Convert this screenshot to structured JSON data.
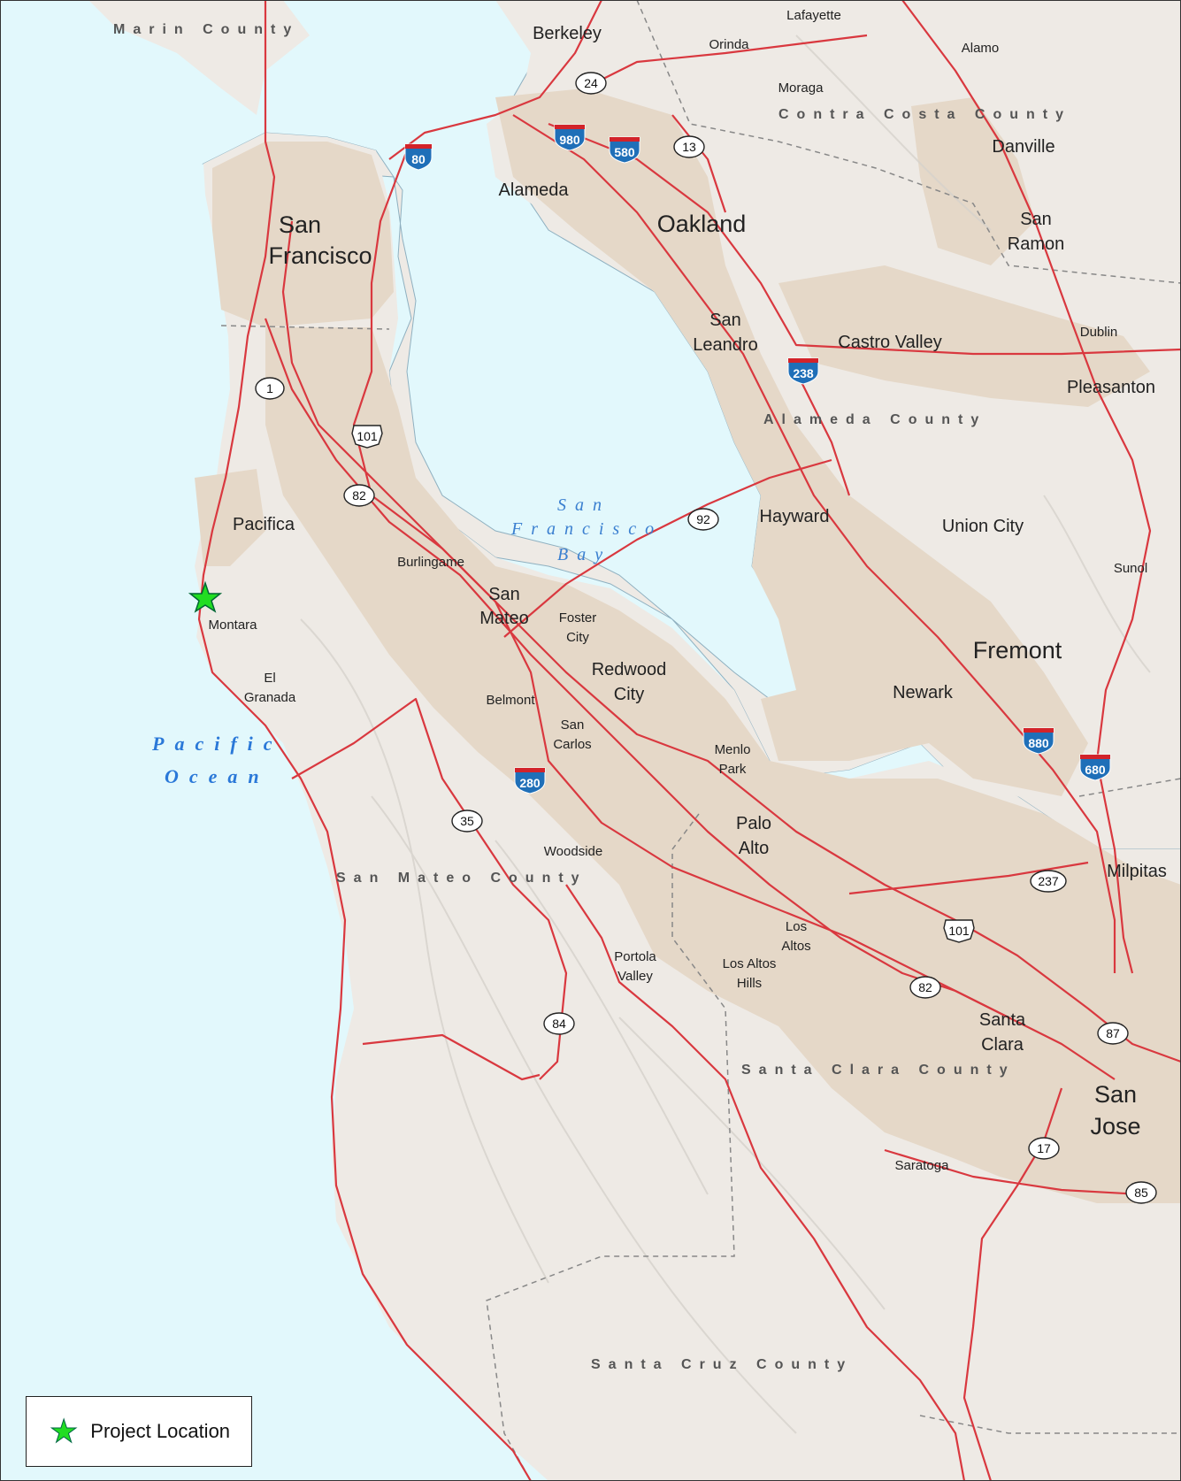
{
  "map": {
    "cities_xl": [
      "San Francisco",
      "Oakland",
      "Fremont",
      "San Jose"
    ],
    "cities": {
      "san_francisco_1": "San",
      "san_francisco_2": "Francisco",
      "oakland": "Oakland",
      "fremont": "Fremont",
      "san_jose_1": "San",
      "san_jose_2": "Jose",
      "berkeley": "Berkeley",
      "alameda": "Alameda",
      "san_leandro_1": "San",
      "san_leandro_2": "Leandro",
      "castro_valley": "Castro Valley",
      "danville": "Danville",
      "san_ramon_1": "San",
      "san_ramon_2": "Ramon",
      "pleasanton": "Pleasanton",
      "hayward": "Hayward",
      "union_city": "Union City",
      "newark": "Newark",
      "milpitas": "Milpitas",
      "santa_clara_1": "Santa",
      "santa_clara_2": "Clara",
      "palo_alto_1": "Palo",
      "palo_alto_2": "Alto",
      "redwood_city_1": "Redwood",
      "redwood_city_2": "City",
      "san_mateo_1": "San",
      "san_mateo_2": "Mateo",
      "pacifica": "Pacifica",
      "lafayette": "Lafayette",
      "orinda": "Orinda",
      "moraga": "Moraga",
      "alamo": "Alamo",
      "dublin": "Dublin",
      "sunol": "Sunol",
      "burlingame": "Burlingame",
      "foster_city_1": "Foster",
      "foster_city_2": "City",
      "belmont": "Belmont",
      "san_carlos_1": "San",
      "san_carlos_2": "Carlos",
      "menlo_park_1": "Menlo",
      "menlo_park_2": "Park",
      "woodside": "Woodside",
      "portola_valley_1": "Portola",
      "portola_valley_2": "Valley",
      "los_altos_1": "Los",
      "los_altos_2": "Altos",
      "los_altos_hills_1": "Los Altos",
      "los_altos_hills_2": "Hills",
      "saratoga": "Saratoga",
      "montara": "Montara",
      "el_granada_1": "El",
      "el_granada_2": "Granada"
    },
    "counties": {
      "marin": "Marin County",
      "contra_costa": "Contra Costa County",
      "alameda": "Alameda County",
      "san_mateo": "San Mateo County",
      "santa_clara": "Santa Clara County",
      "santa_cruz": "Santa Cruz County"
    },
    "water": {
      "bay_1": "San",
      "bay_2": "Francisco",
      "bay_3": "Bay",
      "ocean_1": "Pacific",
      "ocean_2": "Ocean"
    },
    "shields": {
      "sr_24": "24",
      "sr_13": "13",
      "sr_1": "1",
      "us_101_a": "101",
      "sr_82_a": "82",
      "sr_92": "92",
      "sr_35": "35",
      "sr_84": "84",
      "sr_237": "237",
      "us_101_b": "101",
      "sr_82_b": "82",
      "sr_87": "87",
      "sr_17": "17",
      "sr_85": "85",
      "i_80": "80",
      "i_980": "980",
      "i_580": "580",
      "i_238": "238",
      "i_280": "280",
      "i_880": "880",
      "i_680": "680"
    },
    "colors": {
      "water": "#e2f8fc",
      "land": "#f0ece6",
      "urban": "#e9ddd0",
      "road": "#d9383f",
      "project_marker": "#22dd22"
    }
  },
  "legend": {
    "marker_icon": "green-star-icon",
    "label": "Project Location"
  }
}
